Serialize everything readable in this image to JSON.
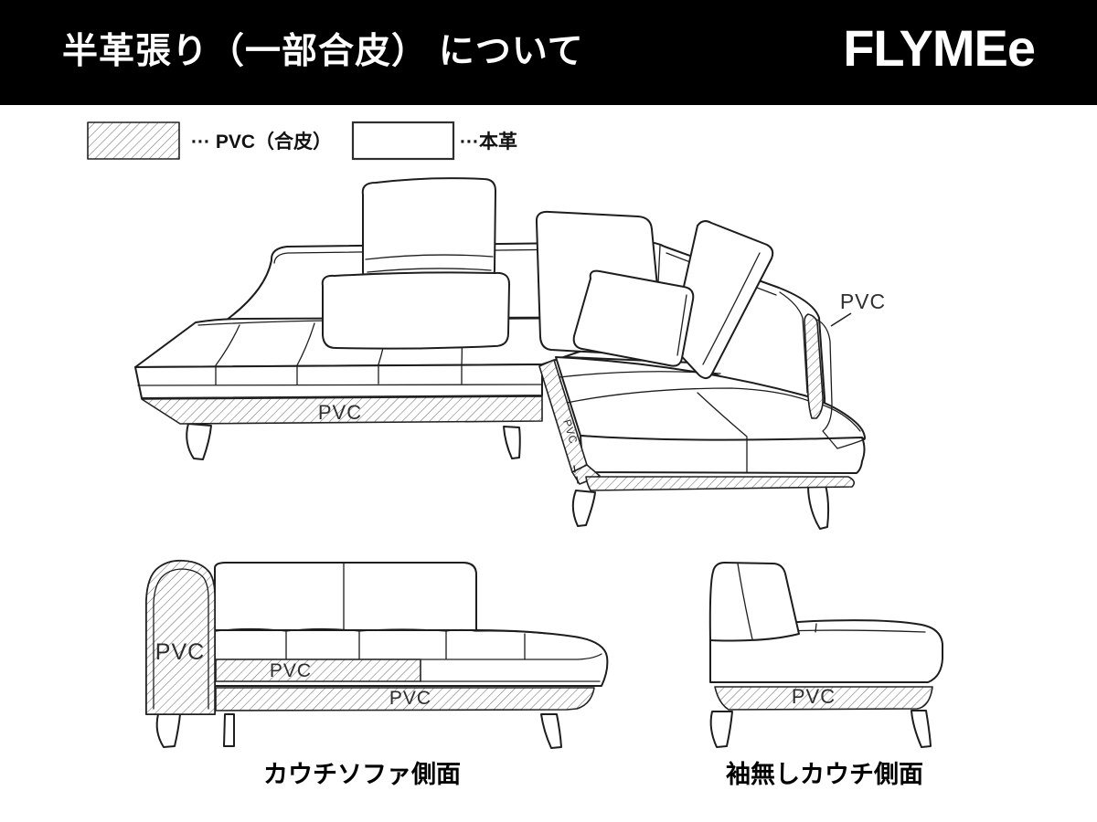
{
  "header": {
    "title": "半革張り（一部合皮） について",
    "brand": "FLYMEe"
  },
  "legend": {
    "items": [
      {
        "swatch": "hatched",
        "label": "··· PVC（合皮）"
      },
      {
        "swatch": "plain",
        "label": "···本革"
      }
    ]
  },
  "annotations": {
    "main_base": "PVC",
    "chaise_edge": "PVC",
    "back_right": "PVC",
    "couch_arm": "PVC",
    "couch_mid": "PVC",
    "couch_base": "PVC",
    "armless_base": "PVC"
  },
  "captions": {
    "couch_side": "カウチソファ側面",
    "armless_side": "袖無しカウチ側面"
  },
  "colors": {
    "header_bg": "#000000",
    "line": "#1d1d1d",
    "hatch": "#707070"
  }
}
